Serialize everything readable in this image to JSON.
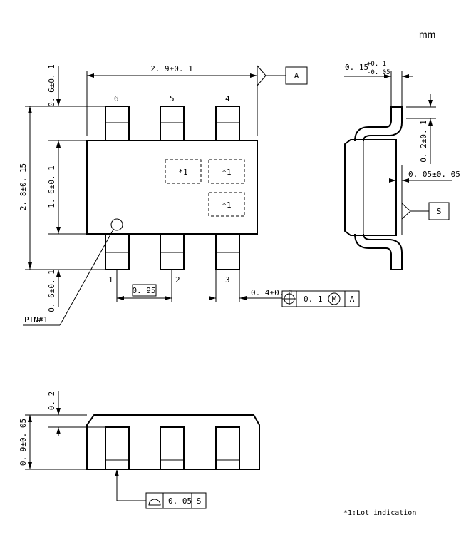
{
  "unit_label": "mm",
  "top_view": {
    "body_width": "2. 9±0. 1",
    "body_height": "1. 6±0. 1",
    "overall_length": "2. 8±0. 15",
    "lead_length_top": "0. 6±0. 1",
    "lead_length_bottom": "0. 6±0. 1",
    "pitch": "0. 95",
    "lead_width": "0. 4±0. 1",
    "datum_a": "A",
    "pins": {
      "p1": "1",
      "p2": "2",
      "p3": "3",
      "p4": "4",
      "p5": "5",
      "p6": "6"
    },
    "lot_mark": "*1",
    "pin1_label": "PIN#1"
  },
  "position_tolerance": {
    "symbol": "⊕",
    "value": "0. 1",
    "modifier": "M",
    "datum": "A"
  },
  "side_view": {
    "lead_thickness": "0. 15",
    "lead_thickness_plus": "+0. 1",
    "lead_thickness_minus": "-0. 05",
    "lead_foot": "0. 2±0. 1",
    "standoff": "0. 05±0. 05",
    "datum_s": "S"
  },
  "front_view": {
    "lead_height": "0. 2",
    "total_height": "0. 9±0. 05",
    "profile_value": "0. 05",
    "profile_datum": "S"
  },
  "footnote": "*1:Lot indication"
}
